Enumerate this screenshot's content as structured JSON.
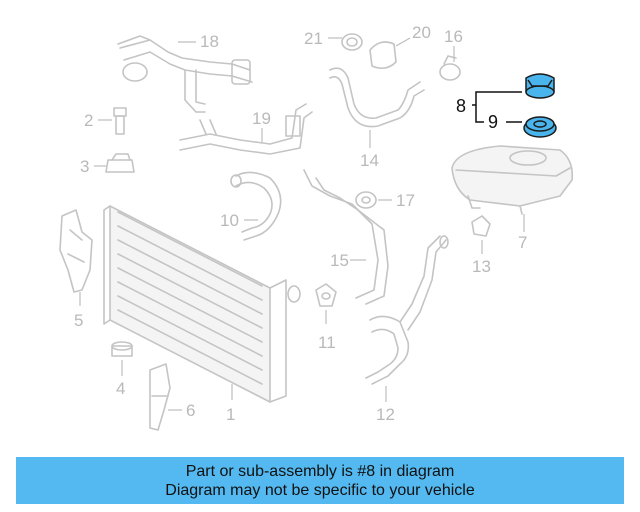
{
  "diagram": {
    "highlighted_part": "8",
    "highlight_color": "#4ab5ec",
    "callouts": [
      "1",
      "2",
      "3",
      "4",
      "5",
      "6",
      "7",
      "8",
      "9",
      "10",
      "11",
      "12",
      "13",
      "14",
      "15",
      "16",
      "17",
      "18",
      "19",
      "20",
      "21"
    ]
  },
  "banner": {
    "line1": "Part or sub-assembly is #8 in diagram",
    "line2": "Diagram may not be specific to your vehicle",
    "background": "#53b9f0"
  }
}
